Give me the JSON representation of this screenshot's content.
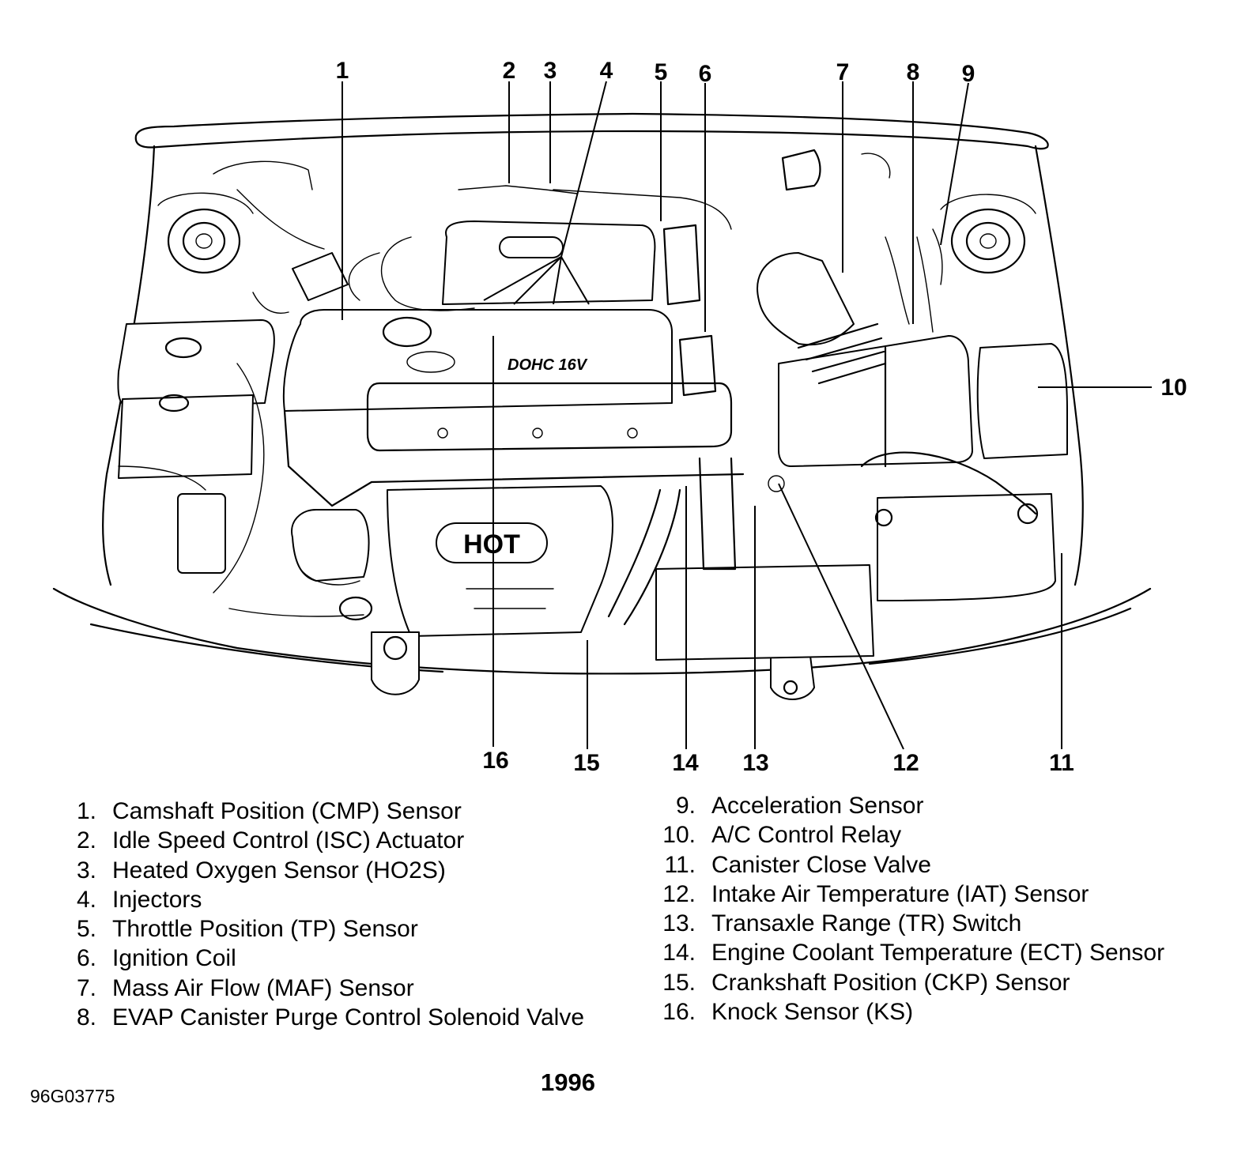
{
  "callouts": [
    "1",
    "2",
    "3",
    "4",
    "5",
    "6",
    "7",
    "8",
    "9",
    "10",
    "11",
    "12",
    "13",
    "14",
    "15",
    "16"
  ],
  "legend": [
    {
      "num": "1.",
      "text": "Camshaft Position (CMP) Sensor"
    },
    {
      "num": "2.",
      "text": "Idle Speed Control (ISC) Actuator"
    },
    {
      "num": "3.",
      "text": "Heated Oxygen Sensor (HO2S)"
    },
    {
      "num": "4.",
      "text": "Injectors"
    },
    {
      "num": "5.",
      "text": "Throttle Position (TP) Sensor"
    },
    {
      "num": "6.",
      "text": "Ignition Coil"
    },
    {
      "num": "7.",
      "text": "Mass Air Flow (MAF) Sensor"
    },
    {
      "num": "8.",
      "text": "EVAP Canister Purge Control Solenoid Valve"
    },
    {
      "num": "9.",
      "text": "Acceleration Sensor"
    },
    {
      "num": "10.",
      "text": "A/C Control Relay"
    },
    {
      "num": "11.",
      "text": "Canister Close Valve"
    },
    {
      "num": "12.",
      "text": "Intake Air Temperature (IAT) Sensor"
    },
    {
      "num": "13.",
      "text": "Transaxle Range (TR) Switch"
    },
    {
      "num": "14.",
      "text": "Engine Coolant Temperature (ECT) Sensor"
    },
    {
      "num": "15.",
      "text": "Crankshaft Position (CKP) Sensor"
    },
    {
      "num": "16.",
      "text": "Knock Sensor (KS)"
    }
  ],
  "engine_labels": {
    "valve_cover": "DOHC 16V",
    "manifold": "HOT"
  },
  "year": "1996",
  "figure_id": "96G03775"
}
